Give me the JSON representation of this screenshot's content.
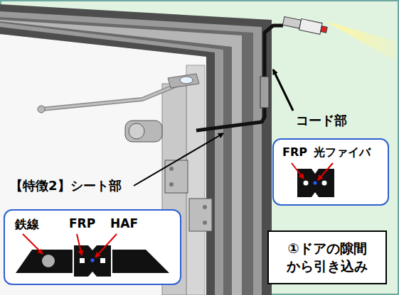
{
  "diagram": {
    "nodes": [
      {
        "text": [
          "FRP",
          "光ファイバ"
        ]
      },
      {
        "text": [
          "鉄線",
          "FRP",
          "HAF"
        ]
      },
      {
        "text": [
          "①ドアの隙間 から引き込み"
        ]
      }
    ],
    "labels": [
      "コード部",
      "【特徴2】シート部"
    ]
  }
}
